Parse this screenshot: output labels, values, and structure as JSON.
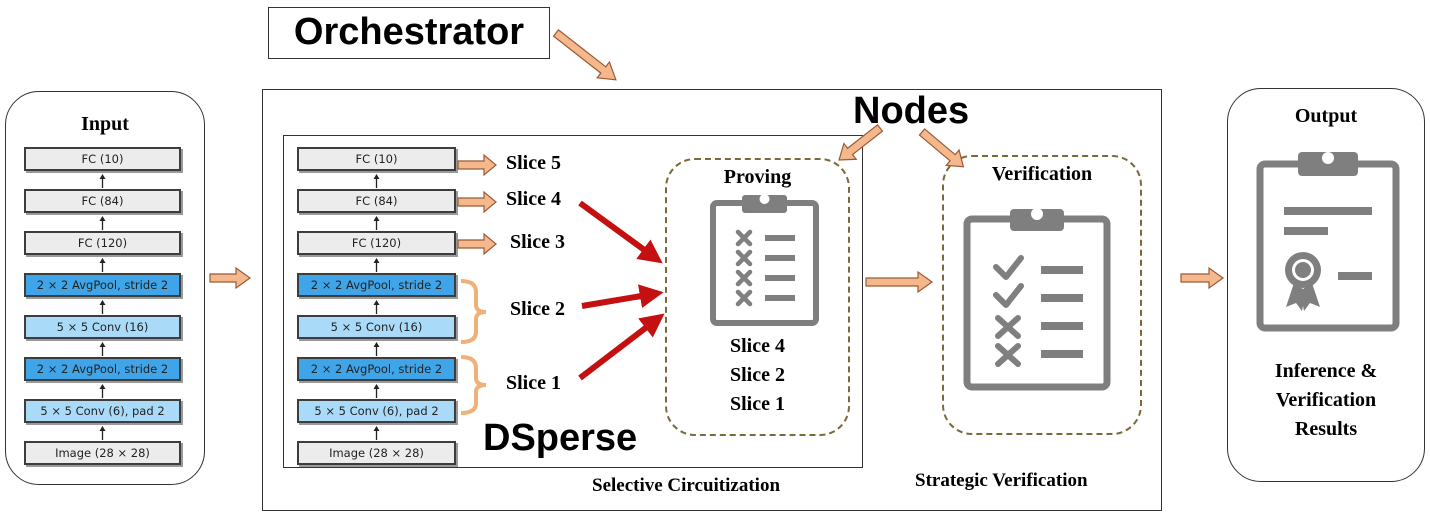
{
  "titles": {
    "orchestrator": "Orchestrator",
    "nodes": "Nodes",
    "dsperse": "DSperse"
  },
  "input": {
    "title": "Input",
    "layers": [
      {
        "label": "FC (10)",
        "style": "gray"
      },
      {
        "label": "FC (84)",
        "style": "gray"
      },
      {
        "label": "FC (120)",
        "style": "gray"
      },
      {
        "label": "2 × 2 AvgPool, stride 2",
        "style": "dark"
      },
      {
        "label": "5 × 5 Conv (16)",
        "style": "light"
      },
      {
        "label": "2 × 2 AvgPool, stride 2",
        "style": "dark"
      },
      {
        "label": "5 × 5 Conv (6), pad 2",
        "style": "light"
      },
      {
        "label": "Image (28 × 28)",
        "style": "gray"
      }
    ]
  },
  "circuitization": {
    "layers": [
      {
        "label": "FC (10)",
        "style": "gray"
      },
      {
        "label": "FC (84)",
        "style": "gray"
      },
      {
        "label": "FC (120)",
        "style": "gray"
      },
      {
        "label": "2 × 2 AvgPool, stride 2",
        "style": "dark"
      },
      {
        "label": "5 × 5 Conv (16)",
        "style": "light"
      },
      {
        "label": "2 × 2 AvgPool, stride 2",
        "style": "dark"
      },
      {
        "label": "5 × 5 Conv (6), pad 2",
        "style": "light"
      },
      {
        "label": "Image (28 × 28)",
        "style": "gray"
      }
    ],
    "slices": [
      "Slice 5",
      "Slice 4",
      "Slice 3",
      "Slice 2",
      "Slice 1"
    ],
    "caption": "Selective Circuitization"
  },
  "proving": {
    "title": "Proving",
    "slices": [
      "Slice 4",
      "Slice 2",
      "Slice 1"
    ]
  },
  "verification": {
    "title": "Verification",
    "caption": "Strategic Verification"
  },
  "output": {
    "title": "Output",
    "result_lines": [
      "Inference &",
      "Verification",
      "Results"
    ]
  },
  "colors": {
    "arrow_fill": "#f5b88c",
    "arrow_stroke": "#9a5a35",
    "red_arrow": "#c41010",
    "icon_gray": "#7f7f7f",
    "layer_dark": "#40a5e8",
    "layer_light": "#a9dbf8",
    "layer_gray": "#ececec",
    "brace": "#f0b07a",
    "dashed_border": "#7a6a3a"
  }
}
